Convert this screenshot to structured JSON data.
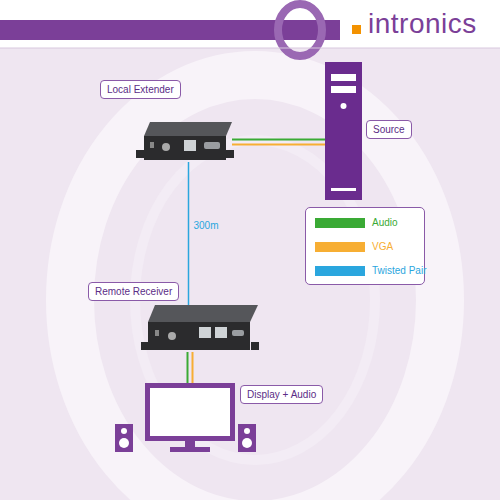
{
  "diagram": {
    "nodes": [
      {
        "text": [
          "Local Extender"
        ]
      },
      {
        "text": [
          "Source"
        ]
      },
      {
        "text": [
          "Remote Receiver"
        ]
      },
      {
        "text": [
          "Display + Audio"
        ]
      }
    ],
    "edges": [
      {
        "from": 0,
        "to": 1,
        "arrow": "none"
      },
      {
        "from": 0,
        "to": 1,
        "arrow": "none"
      },
      {
        "from": 0,
        "to": 2,
        "arrow": "none",
        "label": "300m"
      },
      {
        "from": 2,
        "to": 3,
        "arrow": "none"
      },
      {
        "from": 2,
        "to": 3,
        "arrow": "none"
      }
    ],
    "labels": [
      "intronics"
    ],
    "legend": [
      {
        "text": "Audio",
        "color": "#3aaa35"
      },
      {
        "text": "VGA",
        "color": "#f7ae33"
      },
      {
        "text": "Twisted Pair",
        "color": "#2aa6de"
      }
    ]
  }
}
